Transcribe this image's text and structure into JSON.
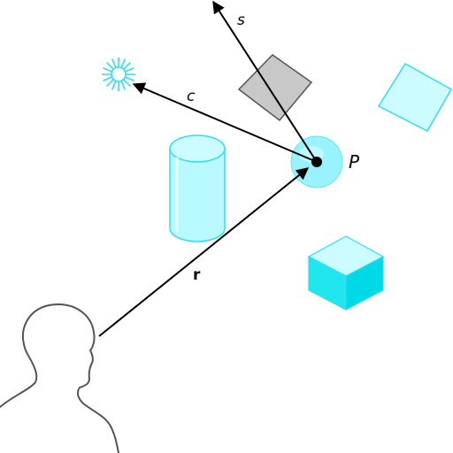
{
  "labels": {
    "point": "P",
    "ray_view": "r",
    "ray_light": "c",
    "ray_secondary": "s"
  },
  "colors": {
    "cyan_light": "#ccfcff",
    "cyan_mid": "#99f3ff",
    "cyan_stroke": "#33dde8",
    "cyan_dark": "#22dde6",
    "gray_fill": "#c8c8c8",
    "outline": "#666666",
    "ink": "#000000"
  },
  "icons": {
    "light_source": "sun-burst-icon",
    "viewer": "person-silhouette-icon"
  }
}
